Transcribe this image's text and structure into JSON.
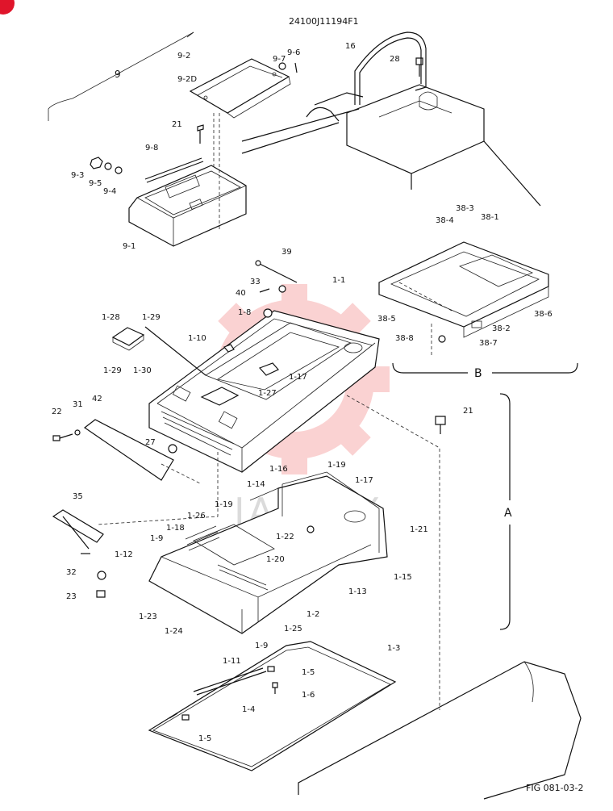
{
  "header": {
    "doc_number": "24100J11194F1"
  },
  "footer": {
    "figure_id": "FIG 081-03-2"
  },
  "watermark": {
    "text": "IAPTEX",
    "color": "#f06060"
  },
  "corner_badge": {
    "color": "#e0152b"
  },
  "groups": {
    "g9": "9",
    "gB": "B",
    "gA": "A"
  },
  "parts": [
    "9-2",
    "9-2D",
    "9-7",
    "9-6",
    "9",
    "21",
    "9-8",
    "9-3",
    "9-5",
    "9-4",
    "9-1",
    "16",
    "28",
    "38-3",
    "38-4",
    "38-1",
    "38-5",
    "38-6",
    "38-2",
    "38-8",
    "38-7",
    "39",
    "33",
    "40",
    "1-1",
    "1-8",
    "1-28",
    "1-29",
    "1-10",
    "1-29",
    "1-30",
    "1-17",
    "1-27",
    "22",
    "31",
    "42",
    "21",
    "27",
    "1-16",
    "1-19",
    "1-17",
    "1-14",
    "35",
    "1-19",
    "1-26",
    "1-18",
    "1-22",
    "1-21",
    "1-9",
    "1-12",
    "1-20",
    "1-15",
    "32",
    "1-13",
    "1-2",
    "23",
    "1-23",
    "1-24",
    "1-25",
    "1-9",
    "1-11",
    "1-3",
    "1-5",
    "1-6",
    "1-4",
    "1-5"
  ]
}
